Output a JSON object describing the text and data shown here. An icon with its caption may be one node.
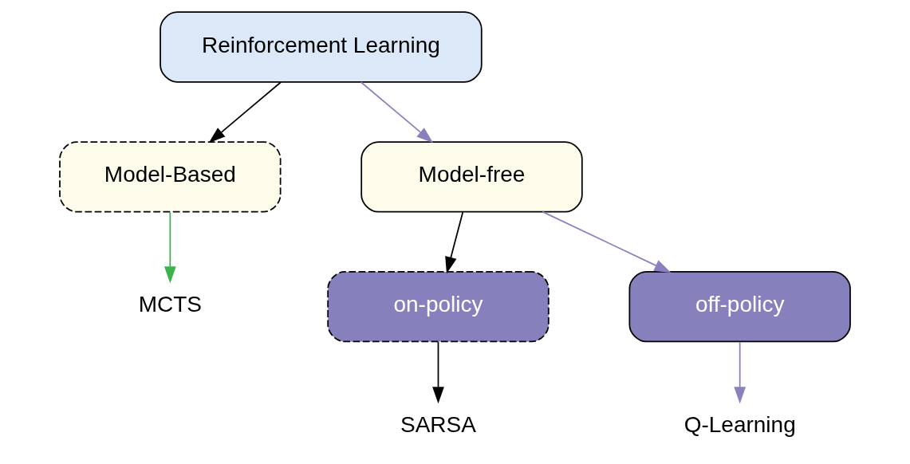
{
  "diagram": {
    "nodes": [
      {
        "text": [
          "Reinforcement Learning"
        ]
      },
      {
        "text": [
          "Model-Based"
        ]
      },
      {
        "text": [
          "Model-free"
        ]
      },
      {
        "text": [
          "MCTS"
        ]
      },
      {
        "text": [
          "on-policy"
        ]
      },
      {
        "text": [
          "off-policy"
        ]
      },
      {
        "text": [
          "SARSA"
        ]
      },
      {
        "text": [
          "Q-Learning"
        ]
      }
    ],
    "edges": [
      {
        "from": 0,
        "to": 1,
        "arrow": "to"
      },
      {
        "from": 0,
        "to": 2,
        "arrow": "to",
        "color": "#8a80c0"
      },
      {
        "from": 1,
        "to": 3,
        "arrow": "to",
        "color": "#3cb44b"
      },
      {
        "from": 2,
        "to": 4,
        "arrow": "to"
      },
      {
        "from": 2,
        "to": 5,
        "arrow": "to",
        "color": "#8a80c0"
      },
      {
        "from": 4,
        "to": 6,
        "arrow": "to"
      },
      {
        "from": 5,
        "to": 7,
        "arrow": "to",
        "color": "#8a80c0"
      }
    ]
  }
}
